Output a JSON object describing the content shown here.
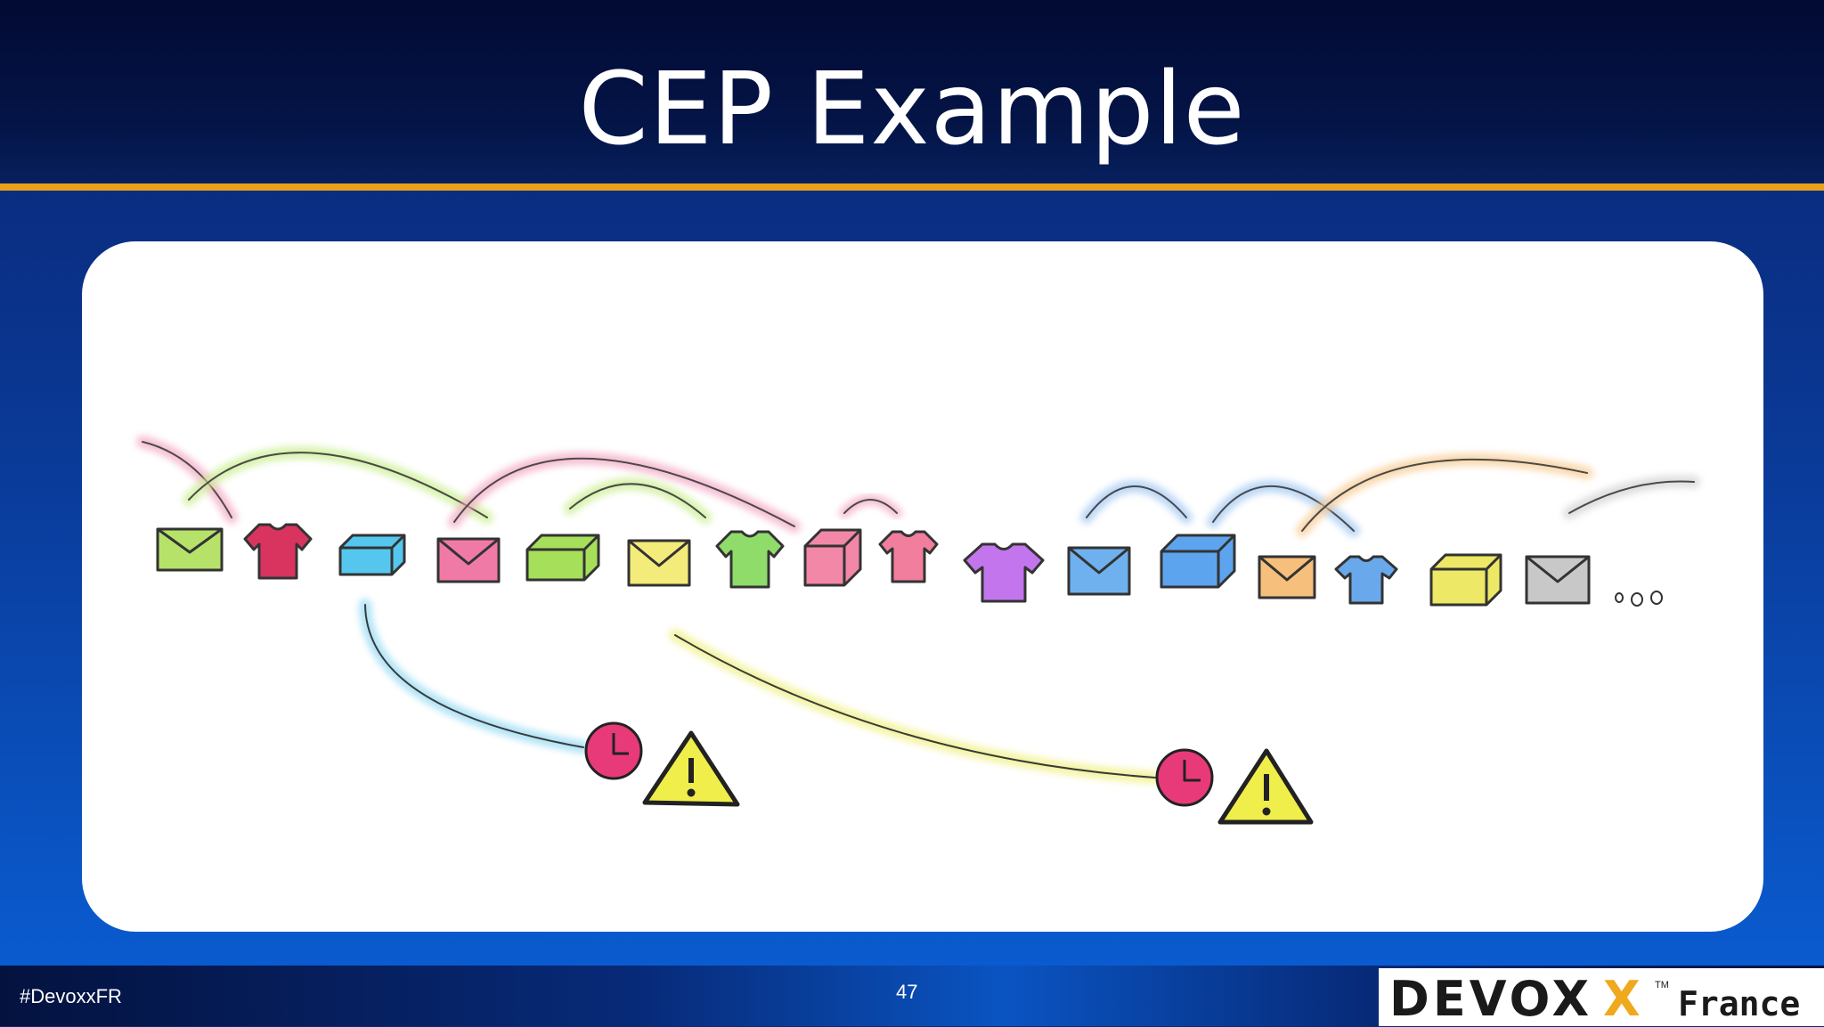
{
  "slide": {
    "title": "CEP Example",
    "page_number": "47",
    "hashtag": "#DevoxxFR"
  },
  "brand": {
    "logo_main": "DEVOX",
    "logo_accent": "X",
    "logo_tm": "TM",
    "logo_sub": "France"
  },
  "colors": {
    "title_bar": "#041548",
    "accent_rule": "#e8a21a",
    "card": "#ffffff",
    "logo_accent": "#f0a81c"
  },
  "illustration": {
    "event_stream": [
      {
        "icon": "envelope-icon",
        "color": "#b7e26a"
      },
      {
        "icon": "tshirt-icon",
        "color": "#d8345f"
      },
      {
        "icon": "box-icon",
        "color": "#55c7ef"
      },
      {
        "icon": "envelope-icon",
        "color": "#f07aa6"
      },
      {
        "icon": "box-icon",
        "color": "#a6e05a"
      },
      {
        "icon": "envelope-icon",
        "color": "#f3ec7a"
      },
      {
        "icon": "tshirt-icon",
        "color": "#8fdc6a"
      },
      {
        "icon": "box-icon",
        "color": "#f287a8"
      },
      {
        "icon": "tshirt-icon",
        "color": "#f07e9c"
      },
      {
        "icon": "tshirt-icon",
        "color": "#c275ec"
      },
      {
        "icon": "envelope-icon",
        "color": "#6fb1ef"
      },
      {
        "icon": "box-icon",
        "color": "#5da4ee"
      },
      {
        "icon": "envelope-icon",
        "color": "#f6bf7c"
      },
      {
        "icon": "tshirt-icon",
        "color": "#6aa8ec"
      },
      {
        "icon": "box-icon",
        "color": "#ede865"
      },
      {
        "icon": "envelope-icon",
        "color": "#c8c8c8"
      }
    ],
    "continuation": "ooo",
    "alerts": [
      {
        "icon": "clock-icon",
        "color": "#e83a78"
      },
      {
        "icon": "warning-icon",
        "color": "#f0ee4a"
      },
      {
        "icon": "clock-icon",
        "color": "#e83a78"
      },
      {
        "icon": "warning-icon",
        "color": "#f0ee4a"
      }
    ]
  }
}
